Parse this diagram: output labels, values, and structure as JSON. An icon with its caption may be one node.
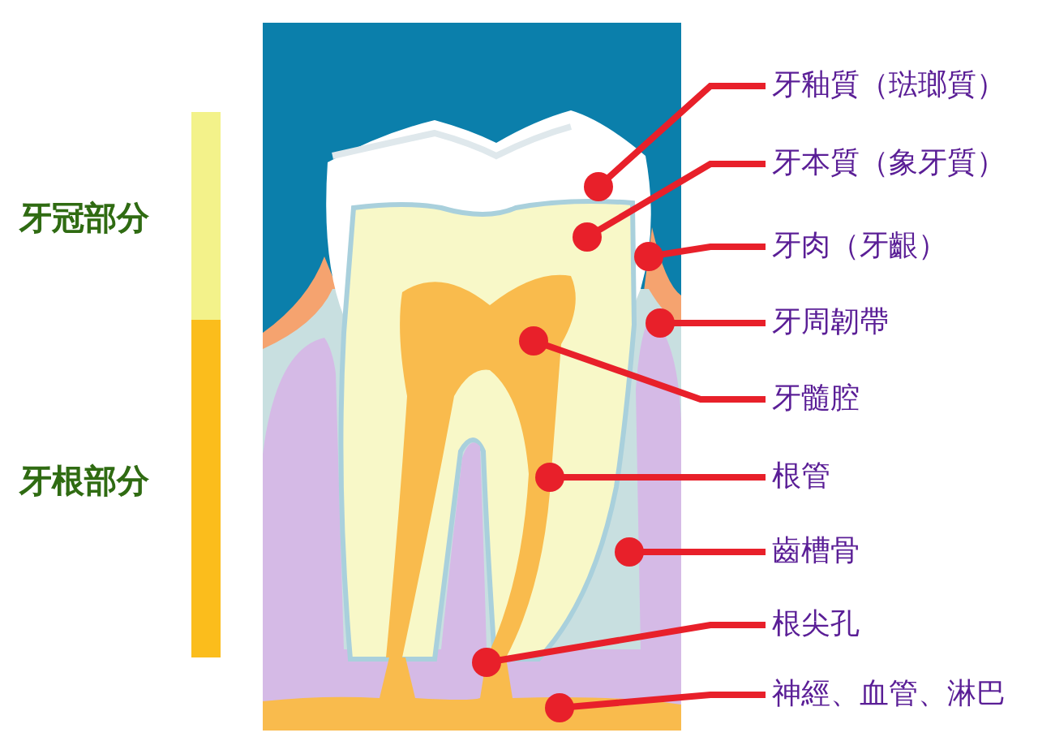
{
  "diagram": {
    "nodes": [
      {
        "text": [],
        "shape": "bar",
        "beside": [
          "牙冠部分"
        ]
      },
      {
        "text": [],
        "shape": "bar",
        "beside": [
          "牙根部分"
        ]
      },
      {
        "text": [
          "牙釉質（琺瑯質）"
        ]
      },
      {
        "text": [
          "牙本質（象牙質）"
        ]
      },
      {
        "text": [
          "牙肉（牙齦）"
        ]
      },
      {
        "text": [
          "牙周韌帶"
        ]
      },
      {
        "text": [
          "牙髓腔"
        ]
      },
      {
        "text": [
          "根管"
        ]
      },
      {
        "text": [
          "齒槽骨"
        ]
      },
      {
        "text": [
          "根尖孔"
        ]
      },
      {
        "text": [
          "神經、血管、淋巴"
        ]
      }
    ],
    "edges": [
      {
        "from": 2,
        "to": null,
        "arrow": "other"
      },
      {
        "from": 3,
        "to": null,
        "arrow": "other"
      },
      {
        "from": 4,
        "to": null,
        "arrow": "other"
      },
      {
        "from": 5,
        "to": null,
        "arrow": "other"
      },
      {
        "from": 6,
        "to": null,
        "arrow": "other"
      },
      {
        "from": 7,
        "to": null,
        "arrow": "other"
      },
      {
        "from": 8,
        "to": null,
        "arrow": "other"
      },
      {
        "from": 9,
        "to": null,
        "arrow": "other"
      },
      {
        "from": 10,
        "to": null,
        "arrow": "other"
      }
    ]
  }
}
